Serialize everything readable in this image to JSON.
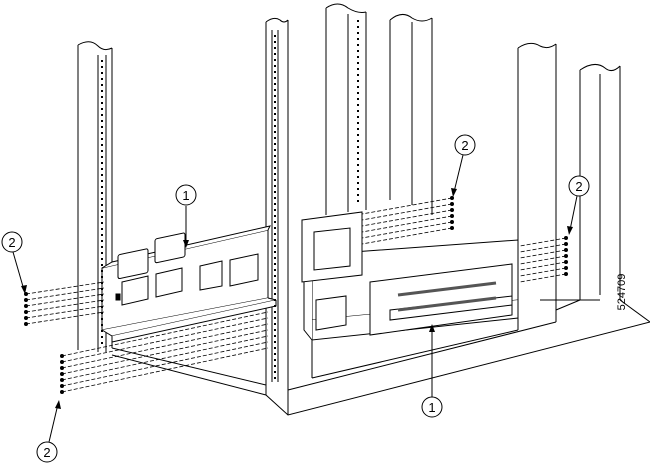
{
  "callouts": [
    {
      "id": "c1a",
      "label": "1"
    },
    {
      "id": "c1b",
      "label": "1"
    },
    {
      "id": "c2a",
      "label": "2"
    },
    {
      "id": "c2b",
      "label": "2"
    },
    {
      "id": "c2c",
      "label": "2"
    },
    {
      "id": "c2d",
      "label": "2"
    }
  ],
  "figure_id": "524709",
  "colors": {
    "line": "#000000",
    "fill": "#ffffff",
    "slot": "#555555"
  }
}
